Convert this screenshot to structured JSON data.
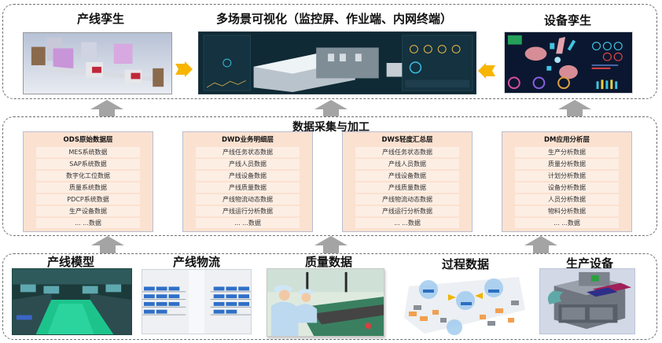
{
  "top_section": {
    "left": {
      "title": "产线孪生",
      "image": "production-line-3d-model"
    },
    "center": {
      "title": "多场景可视化（监控屏、作业端、内网终端）",
      "image": "factory-digital-twin-dashboard"
    },
    "right": {
      "title": "设备孪生",
      "image": "equipment-twin-dashboard"
    },
    "arrows": [
      "arrow-right-yellow",
      "arrow-left-yellow"
    ]
  },
  "middle_section": {
    "title": "数据采集与加工",
    "layers": [
      {
        "title": "ODS原始数据层",
        "items": [
          "MES系统数据",
          "SAP系统数据",
          "数字化工位数据",
          "质量系统数据",
          "PDCP系统数据",
          "生产设备数据",
          "... ...数据"
        ]
      },
      {
        "title": "DWD业务明细层",
        "items": [
          "产线任务状态数据",
          "产线人员数据",
          "产线设备数据",
          "产线质量数据",
          "产线物流动态数据",
          "产线运行分析数据",
          "... ...数据"
        ]
      },
      {
        "title": "DWS轻度汇总层",
        "items": [
          "产线任务状态数据",
          "产线人员数据",
          "产线设备数据",
          "产线质量数据",
          "产线物流动态数据",
          "产线运行分析数据",
          "... ...数据"
        ]
      },
      {
        "title": "DM应用分析层",
        "items": [
          "生产分析数据",
          "质量分析数据",
          "计划分析数据",
          "设备分析数据",
          "人员分析数据",
          "物料分析数据",
          "... ...数据"
        ]
      }
    ]
  },
  "bottom_section": {
    "sources": [
      {
        "title": "产线模型",
        "image": "production-line-workshop-photo"
      },
      {
        "title": "产线物流",
        "image": "warehouse-shelves-photo"
      },
      {
        "title": "质量数据",
        "image": "quality-inspection-workers-illustration"
      },
      {
        "title": "过程数据",
        "image": "process-flow-isometric-diagram"
      },
      {
        "title": "生产设备",
        "image": "production-equipment-3d-model"
      }
    ]
  },
  "colors": {
    "panel_border": "#6e6e6e",
    "layer_bg": "#fbe1d0",
    "layer_row_bg": "#fdeee4",
    "layer_border": "#b9bdd1",
    "up_arrow": "#a4a4a4",
    "yellow_arrow": "#f7b500"
  }
}
